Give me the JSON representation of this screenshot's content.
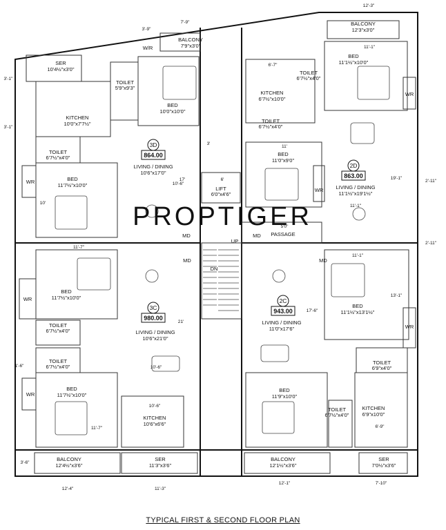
{
  "title": "TYPICAL FIRST & SECOND FLOOR PLAN",
  "watermark": "PROPTIGER",
  "units": [
    {
      "id": "3D",
      "area": "864.00"
    },
    {
      "id": "2D",
      "area": "863.00"
    },
    {
      "id": "3C",
      "area": "980.00"
    },
    {
      "id": "2C",
      "area": "943.00"
    }
  ],
  "rooms": {
    "balcony_top_left": {
      "name": "BALCONY",
      "size": "7'9\"x3'0\""
    },
    "wr_top": "W/R",
    "ser_top_left": {
      "name": "SER",
      "size": "10'4½\"x3'0\""
    },
    "toilet_top_left": {
      "name": "TOILET",
      "size": "5'9\"x9'3\""
    },
    "bed_3d_top": {
      "name": "BED",
      "size": "10'0\"x10'0\""
    },
    "kitchen_3d": {
      "name": "KITCHEN",
      "size": "10'0\"x7'7½\""
    },
    "toilet_3d": {
      "name": "TOILET",
      "size": "6'7½\"x4'0\""
    },
    "bed_3d_left": {
      "name": "BED",
      "size": "11'7½\"x10'0\""
    },
    "living_3d": {
      "name": "LIVING / DINING",
      "size": "10'6\"x17'0\""
    },
    "lift": {
      "name": "LIFT",
      "size": "6'0\"x4'6\""
    },
    "passage": "PASSAGE",
    "md": "MD",
    "wr": "WR",
    "up": "UP",
    "dn": "DN",
    "balcony_top_right": {
      "name": "BALCONY",
      "size": "12'3\"x3'0\""
    },
    "bed_2d_top": {
      "name": "BED",
      "size": "11'1½\"x10'0\""
    },
    "toilet_2d": {
      "name": "TOILET",
      "size": "6'7½\"x4'0\""
    },
    "kitchen_2d": {
      "name": "KITCHEN",
      "size": "6'7½\"x10'0\""
    },
    "toilet_2d_b": {
      "name": "TOILET",
      "size": "6'7½\"x4'0\""
    },
    "bed_2d_mid": {
      "name": "BED",
      "size": "11'0\"x9'0\""
    },
    "living_2d": {
      "name": "LIVING / DINING",
      "size": "11'1½\"x19'1½\""
    },
    "bed_3c_top": {
      "name": "BED",
      "size": "11'7½\"x10'0\""
    },
    "living_3c": {
      "name": "LIVING / DINING",
      "size": "10'6\"x21'0\""
    },
    "toilet_3c_a": {
      "name": "TOILET",
      "size": "6'7½\"x4'0\""
    },
    "toilet_3c_b": {
      "name": "TOILET",
      "size": "6'7½\"x4'0\""
    },
    "bed_3c_bottom": {
      "name": "BED",
      "size": "11'7½\"x10'0\""
    },
    "kitchen_3c": {
      "name": "KITCHEN",
      "size": "10'6\"x6'6\""
    },
    "balcony_bottom_left": {
      "name": "BALCONY",
      "size": "12'4½\"x3'6\""
    },
    "ser_bottom_left": {
      "name": "SER",
      "size": "11'3\"x3'6\""
    },
    "living_2c": {
      "name": "LIVING / DINING",
      "size": "11'0\"x17'6\""
    },
    "bed_2c_right": {
      "name": "BED",
      "size": "11'1½\"x13'1½\""
    },
    "toilet_2c_a": {
      "name": "TOILET",
      "size": "6'9\"x4'0\""
    },
    "bed_2c_bottom": {
      "name": "BED",
      "size": "11'9\"x10'0\""
    },
    "toilet_2c_b": {
      "name": "TOILET",
      "size": "6'7½\"x4'0\""
    },
    "kitchen_2c": {
      "name": "KITCHEN",
      "size": "6'9\"x10'0\""
    },
    "balcony_bottom_right": {
      "name": "BALCONY",
      "size": "12'1½\"x3'6\""
    },
    "ser_bottom_right": {
      "name": "SER",
      "size": "7'0½\"x3'6\""
    }
  },
  "dimensions": {
    "top_12_3": "12'-3\"",
    "top_7_9": "7'-9\"",
    "top_3_9": "3'-9\"",
    "d_11_1": "11'-1\"",
    "d_3_1a": "3'-1\"",
    "d_3_1b": "3'-1\"",
    "d_10_6": "10'-6\"",
    "d_6_7": "6'-7\"",
    "d_11": "11'",
    "d_3": "3'",
    "d_6": "6'",
    "d_2_11": "2'-11\"",
    "d_2_11b": "2'-11\"",
    "d_5_0": "5'0\"",
    "d_11_7": "11'-7\"",
    "d_11_1b": "11'-1\"",
    "d_10_6b": "10'-6\"",
    "d_11_7b": "11'-7\"",
    "d_10_6c": "10'-6\"",
    "d_12_4": "12'-4\"",
    "d_11_3": "11'-3\"",
    "d_12_1": "12'-1\"",
    "d_7_10": "7'-10\"",
    "d_1_6": "1'-6\"",
    "d_6_9": "6'-9\"",
    "d_11_1c": "11'-1\"",
    "d_17": "17'",
    "d_21": "21'",
    "d_17_6": "17'-6\"",
    "d_13_1": "13'-1\"",
    "d_19_1": "19'-1\"",
    "d_10": "10'",
    "d_3_6": "3'-6\""
  }
}
